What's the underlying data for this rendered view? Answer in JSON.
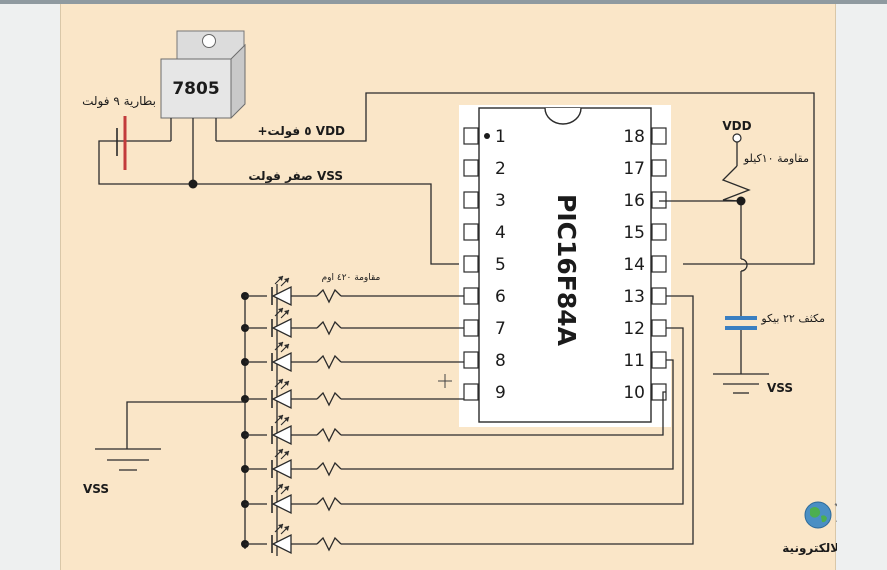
{
  "regulator": {
    "name": "7805"
  },
  "battery": {
    "label": "بطارية ٩ فولت"
  },
  "rails": {
    "vdd_label": "+٥ فولت VDD",
    "vss_label": "صفر فولت VSS"
  },
  "chip": {
    "name": "PIC16F84A",
    "left_pins": [
      "1",
      "2",
      "3",
      "4",
      "5",
      "6",
      "7",
      "8",
      "9"
    ],
    "right_pins": [
      "18",
      "17",
      "16",
      "15",
      "14",
      "13",
      "12",
      "11",
      "10"
    ]
  },
  "pullup": {
    "vdd": "VDD",
    "label": "مقاومة ١٠كيلو"
  },
  "capacitor": {
    "label": "مكثف ٢٢ بيكو",
    "vss": "VSS"
  },
  "led_resistor": {
    "label": "مقاومة ٤٢٠ اوم"
  },
  "ground_left": {
    "label": "VSS"
  },
  "logo": {
    "text": "القرية الالكترونية"
  },
  "colors": {
    "background": "#fae6c8",
    "chip": "#ffffff",
    "battery": "#c23b3b",
    "capacitor": "#3a7fc1",
    "regulator": "#d9d9d9"
  }
}
